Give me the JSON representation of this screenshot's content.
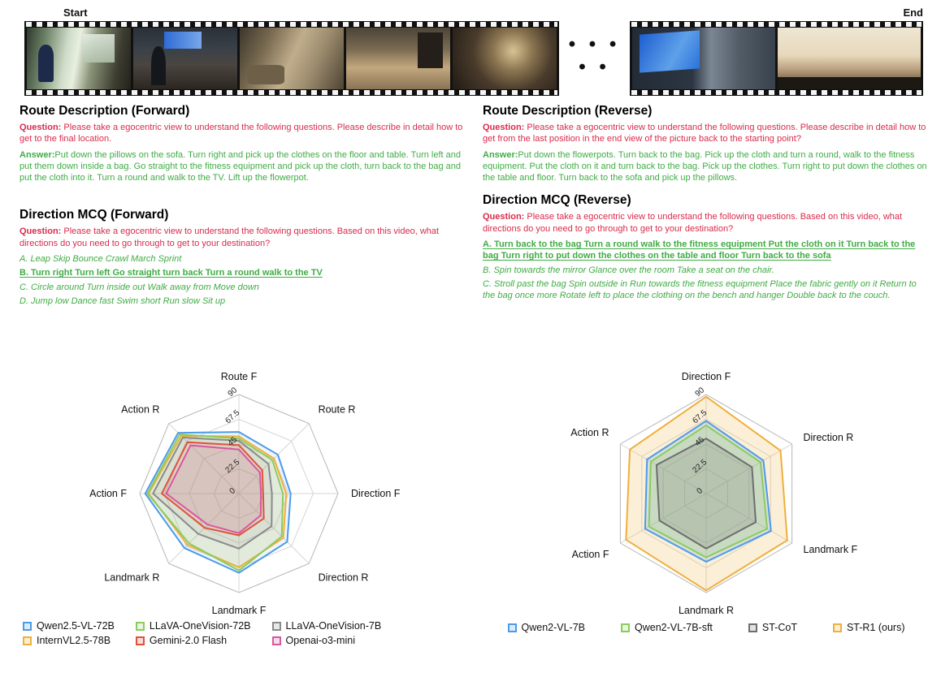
{
  "film_strip": {
    "start_label": "Start",
    "end_label": "End",
    "dots": "• • • • •"
  },
  "sections": {
    "route_forward": {
      "title": "Route Description (Forward)",
      "question_label": "Question:",
      "question": " Please take a egocentric view to understand the following questions. Please describe in detail how to get to the final location.",
      "answer_label": "Answer:",
      "answer": "Put down the pillows on the sofa. Turn right and pick up the clothes on the floor and table. Turn left and put them down inside a bag. Go straight to the fitness equipment and pick up the cloth, turn back to the bag and put the cloth into it. Turn a round and walk to the TV. Lift up the flowerpot."
    },
    "direction_forward": {
      "title": "Direction MCQ (Forward)",
      "question_label": "Question:",
      "question": " Please take a egocentric view to understand the following questions. Based on this video, what directions do you need to go through to get to your destination?",
      "options": [
        {
          "text": "A. Leap Skip Bounce Crawl March Sprint",
          "correct": false
        },
        {
          "text": "B. Turn right Turn left Go straight turn back Turn a round walk to the TV",
          "correct": true
        },
        {
          "text": "C. Circle around Turn inside out Walk away from Move down",
          "correct": false
        },
        {
          "text": "D. Jump low Dance fast Swim short Run slow Sit up",
          "correct": false
        }
      ]
    },
    "route_reverse": {
      "title": "Route Description (Reverse)",
      "question_label": "Question:",
      "question": " Please take a egocentric view to understand the following questions. Please describe in detail how to get from the last position in the end view of the picture back to the starting point?",
      "answer_label": "Answer:",
      "answer": "Put down the flowerpots. Turn back to the bag. Pick up the cloth and turn a round, walk to the fitness equipment. Put the cloth on it and turn back to the bag. Pick up the clothes. Turn right to put down the clothes on the table and floor. Turn back to the sofa and pick up the pillows."
    },
    "direction_reverse": {
      "title": "Direction MCQ (Reverse)",
      "question_label": "Question:",
      "question": " Please take a egocentric view to understand the following questions. Based on this video, what directions do you need to go through to get to your destination?",
      "options": [
        {
          "text": "A. Turn back to the bag Turn a round walk to the fitness equipment Put the cloth on it Turn back to the bag Turn right to put down the clothes on the table and floor Turn back to the sofa",
          "correct": true
        },
        {
          "text": "B. Spin towards the mirror Glance over the room Take a seat on the chair.",
          "correct": false
        },
        {
          "text": "C. Stroll past the bag Spin outside in Run towards the fitness equipment Place the fabric gently on it Return to the bag once more Rotate left to place the clothing on the bench and hanger Double back to the couch.",
          "correct": false
        }
      ]
    }
  },
  "chart_data": [
    {
      "type": "radar",
      "title": "",
      "axes": [
        "Route F",
        "Route R",
        "Direction F",
        "Direction R",
        "Landmark F",
        "Landmark R",
        "Action F",
        "Action R"
      ],
      "tick_labels": [
        "0",
        "22.5",
        "45",
        "67.5",
        "90"
      ],
      "rmax": 90,
      "grid": true,
      "legend_position": "bottom-left",
      "series": [
        {
          "name": "Qwen2.5-VL-72B",
          "color": "#4C9BE8",
          "values": [
            56,
            50,
            47,
            62,
            72,
            70,
            85,
            78
          ]
        },
        {
          "name": "InternVL2.5-78B",
          "color": "#EFAF3C",
          "values": [
            52,
            45,
            43,
            57,
            67,
            66,
            82,
            74
          ]
        },
        {
          "name": "LLaVA-OneVision-72B",
          "color": "#8CCB5E",
          "values": [
            50,
            43,
            40,
            55,
            70,
            64,
            83,
            76
          ]
        },
        {
          "name": "Gemini-2.0 Flash",
          "color": "#E2503C",
          "values": [
            44,
            30,
            22,
            32,
            38,
            44,
            70,
            66
          ]
        },
        {
          "name": "LLaVA-OneVision-7B",
          "color": "#8A8A8A",
          "values": [
            48,
            38,
            30,
            42,
            50,
            52,
            78,
            72
          ]
        },
        {
          "name": "Openai-o3-mini",
          "color": "#D8579E",
          "values": [
            40,
            27,
            20,
            28,
            36,
            40,
            66,
            62
          ]
        }
      ]
    },
    {
      "type": "radar",
      "title": "",
      "axes": [
        "Direction F",
        "Direction R",
        "Landmark F",
        "Landmark R",
        "Action F",
        "Action R"
      ],
      "tick_labels": [
        "0",
        "22.5",
        "45",
        "67.5",
        "90"
      ],
      "rmax": 90,
      "grid": true,
      "legend_position": "bottom-center",
      "series": [
        {
          "name": "Qwen2-VL-7B",
          "color": "#4C9BE8",
          "values": [
            66,
            60,
            68,
            62,
            64,
            62
          ]
        },
        {
          "name": "Qwen2-VL-7B-sft",
          "color": "#8CCB5E",
          "values": [
            62,
            57,
            64,
            58,
            60,
            58
          ]
        },
        {
          "name": "ST-CoT",
          "color": "#6E6E6E",
          "values": [
            50,
            48,
            52,
            50,
            49,
            52
          ]
        },
        {
          "name": "ST-R1 (ours)",
          "color": "#EFAF3C",
          "values": [
            88,
            78,
            85,
            88,
            84,
            80
          ]
        }
      ]
    }
  ]
}
